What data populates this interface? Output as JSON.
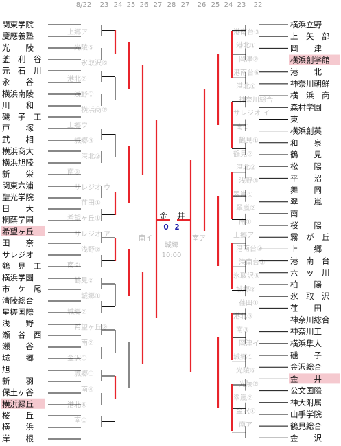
{
  "dates_left": [
    "8/22",
    "23",
    "24",
    "25",
    "26",
    "27",
    "28"
  ],
  "dates_right": [
    "27",
    "26",
    "25",
    "24",
    "23",
    "22"
  ],
  "final": {
    "team_left": "金",
    "team_right": "井",
    "score_left": "0",
    "score_right": "2",
    "venue": "城郷",
    "time": "10:00",
    "sf_venue_left": "南イ",
    "sf_venue_right": "南ア"
  },
  "left_teams": [
    {
      "name": "関東学院",
      "pink": false
    },
    {
      "name": "慶應義塾",
      "pink": false
    },
    {
      "name": "光　　陵",
      "pink": false
    },
    {
      "name": "釜　利　谷",
      "pink": false
    },
    {
      "name": "元　石　川",
      "pink": false
    },
    {
      "name": "永　　谷",
      "pink": false
    },
    {
      "name": "横浜南陵",
      "pink": false
    },
    {
      "name": "川　　和",
      "pink": false
    },
    {
      "name": "磯　子　工",
      "pink": false
    },
    {
      "name": "戸　　塚",
      "pink": false
    },
    {
      "name": "武　　相",
      "pink": false
    },
    {
      "name": "横浜商大",
      "pink": false
    },
    {
      "name": "横浜旭陵",
      "pink": false
    },
    {
      "name": "新　　栄",
      "pink": false
    },
    {
      "name": "関東六浦",
      "pink": false
    },
    {
      "name": "聖光学院",
      "pink": false
    },
    {
      "name": "日　　大",
      "pink": false
    },
    {
      "name": "桐蔭学園",
      "pink": false
    },
    {
      "name": "希望ヶ丘",
      "pink": true
    },
    {
      "name": "田　　奈",
      "pink": false
    },
    {
      "name": "サレジオ",
      "pink": false
    },
    {
      "name": "鶴　見　工",
      "pink": false
    },
    {
      "name": "横浜学園",
      "pink": false
    },
    {
      "name": "市　ケ　尾",
      "pink": false
    },
    {
      "name": "清陵総合",
      "pink": false
    },
    {
      "name": "星槎国際",
      "pink": false
    },
    {
      "name": "浅　　野",
      "pink": false
    },
    {
      "name": "瀬　谷　西",
      "pink": false
    },
    {
      "name": "瀬　　谷",
      "pink": false
    },
    {
      "name": "城　　郷",
      "pink": false
    },
    {
      "name": "旭",
      "pink": false
    },
    {
      "name": "新　　羽",
      "pink": false
    },
    {
      "name": "保土ヶ谷",
      "pink": false
    },
    {
      "name": "横浜緑丘",
      "pink": true
    },
    {
      "name": "桜　　丘",
      "pink": false
    },
    {
      "name": "横　　浜",
      "pink": false
    },
    {
      "name": "岸　　根",
      "pink": false
    }
  ],
  "right_teams": [
    {
      "name": "横浜立野",
      "pink": false
    },
    {
      "name": "上　矢　部",
      "pink": false
    },
    {
      "name": "岡　　津",
      "pink": false
    },
    {
      "name": "横浜創学館",
      "pink": true
    },
    {
      "name": "港　　北",
      "pink": false
    },
    {
      "name": "神奈川朝鮮",
      "pink": false
    },
    {
      "name": "横　浜　商",
      "pink": false
    },
    {
      "name": "森村学園",
      "pink": false
    },
    {
      "name": "東",
      "pink": false
    },
    {
      "name": "横浜創英",
      "pink": false
    },
    {
      "name": "和　　泉",
      "pink": false
    },
    {
      "name": "鶴　　見",
      "pink": false
    },
    {
      "name": "松　　陽",
      "pink": false
    },
    {
      "name": "平　　沼",
      "pink": false
    },
    {
      "name": "舞　　岡",
      "pink": false
    },
    {
      "name": "翠　　嵐",
      "pink": false
    },
    {
      "name": "南",
      "pink": false
    },
    {
      "name": "桜　　陽",
      "pink": false
    },
    {
      "name": "霧　が　丘",
      "pink": false
    },
    {
      "name": "上　　郷",
      "pink": false
    },
    {
      "name": "港　南　台",
      "pink": false
    },
    {
      "name": "六　ッ　川",
      "pink": false
    },
    {
      "name": "柏　　陽",
      "pink": false
    },
    {
      "name": "氷　取　沢",
      "pink": false
    },
    {
      "name": "荏　　田",
      "pink": false
    },
    {
      "name": "神奈川総合",
      "pink": false
    },
    {
      "name": "神奈川工",
      "pink": false
    },
    {
      "name": "横浜隼人",
      "pink": false
    },
    {
      "name": "磯　　子",
      "pink": false
    },
    {
      "name": "金沢総合",
      "pink": false
    },
    {
      "name": "金　　井",
      "pink": true
    },
    {
      "name": "公文国際",
      "pink": false
    },
    {
      "name": "神大附属",
      "pink": false
    },
    {
      "name": "山手学院",
      "pink": false
    },
    {
      "name": "鶴見総合",
      "pink": false
    },
    {
      "name": "金　　沢",
      "pink": false
    }
  ],
  "left_venues": [
    "上郷ア",
    "光陵⑤",
    "氷取沢⑥",
    "港北②",
    "浅野①",
    "横浜商②",
    "上郷ウ",
    "城郷③",
    "港北②",
    "南③",
    "サレジオ ウ",
    "荏田①",
    "希望ヶ丘①",
    "サレジオ ア",
    "浅野②",
    "南②",
    "鶴見②",
    "城郷①",
    "城郷②",
    "希望ヶ丘②",
    "南②",
    "金沢①",
    "城郷①",
    "南④",
    "港北⑥",
    "南①"
  ],
  "right_venues": [
    "港南台③",
    "港北①",
    "岡津⑦",
    "港南台⑥",
    "港北①",
    "神奈川総合",
    "サレジオ イ",
    "南①",
    "鶴見①",
    "鶴見②",
    "港北②",
    "浅野④",
    "翠嵐①",
    "翠嵐②",
    "南①",
    "上郷ア",
    "港南台②",
    "港南台①",
    "氷取沢⑤",
    "城郷②",
    "荏田①",
    "港北③",
    "南③",
    "岡津イ",
    "城郷①",
    "光陵⑥",
    "光陵②",
    "翠嵐②",
    "金沢①",
    "南ア"
  ]
}
